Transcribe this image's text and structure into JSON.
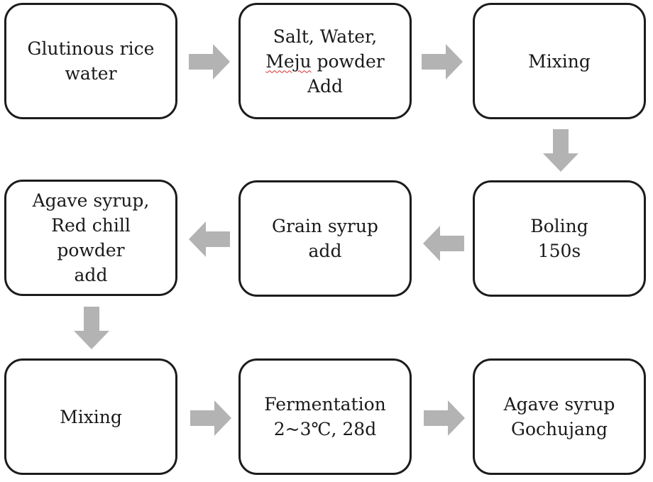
{
  "diagram": {
    "title": "Agave syrup Gochujang manufacturing process",
    "arrow_color": "#b3b3b3",
    "steps": [
      {
        "id": "glutinous-rice-water",
        "lines": [
          "Glutinous rice",
          "water"
        ]
      },
      {
        "id": "salt-water-meju-add",
        "lines": [
          "Salt, Water,",
          "Meju powder",
          "Add"
        ],
        "spellcheck_flag_word": "Meju"
      },
      {
        "id": "mixing-1",
        "lines": [
          "Mixing"
        ]
      },
      {
        "id": "boiling",
        "lines": [
          "Boling",
          "150s"
        ]
      },
      {
        "id": "grain-syrup-add",
        "lines": [
          "Grain syrup",
          "add"
        ]
      },
      {
        "id": "agave-chili-add",
        "lines": [
          "Agave syrup,",
          "Red chill",
          "powder",
          "add"
        ]
      },
      {
        "id": "mixing-2",
        "lines": [
          "Mixing"
        ]
      },
      {
        "id": "fermentation",
        "lines": [
          "Fermentation",
          "2~3℃, 28d"
        ]
      },
      {
        "id": "final-product",
        "lines": [
          "Agave syrup",
          "Gochujang"
        ]
      }
    ],
    "flow": [
      {
        "from": "glutinous-rice-water",
        "to": "salt-water-meju-add",
        "direction": "right"
      },
      {
        "from": "salt-water-meju-add",
        "to": "mixing-1",
        "direction": "right"
      },
      {
        "from": "mixing-1",
        "to": "boiling",
        "direction": "down"
      },
      {
        "from": "boiling",
        "to": "grain-syrup-add",
        "direction": "left"
      },
      {
        "from": "grain-syrup-add",
        "to": "agave-chili-add",
        "direction": "left"
      },
      {
        "from": "agave-chili-add",
        "to": "mixing-2",
        "direction": "down"
      },
      {
        "from": "mixing-2",
        "to": "fermentation",
        "direction": "right"
      },
      {
        "from": "fermentation",
        "to": "final-product",
        "direction": "right"
      }
    ]
  }
}
